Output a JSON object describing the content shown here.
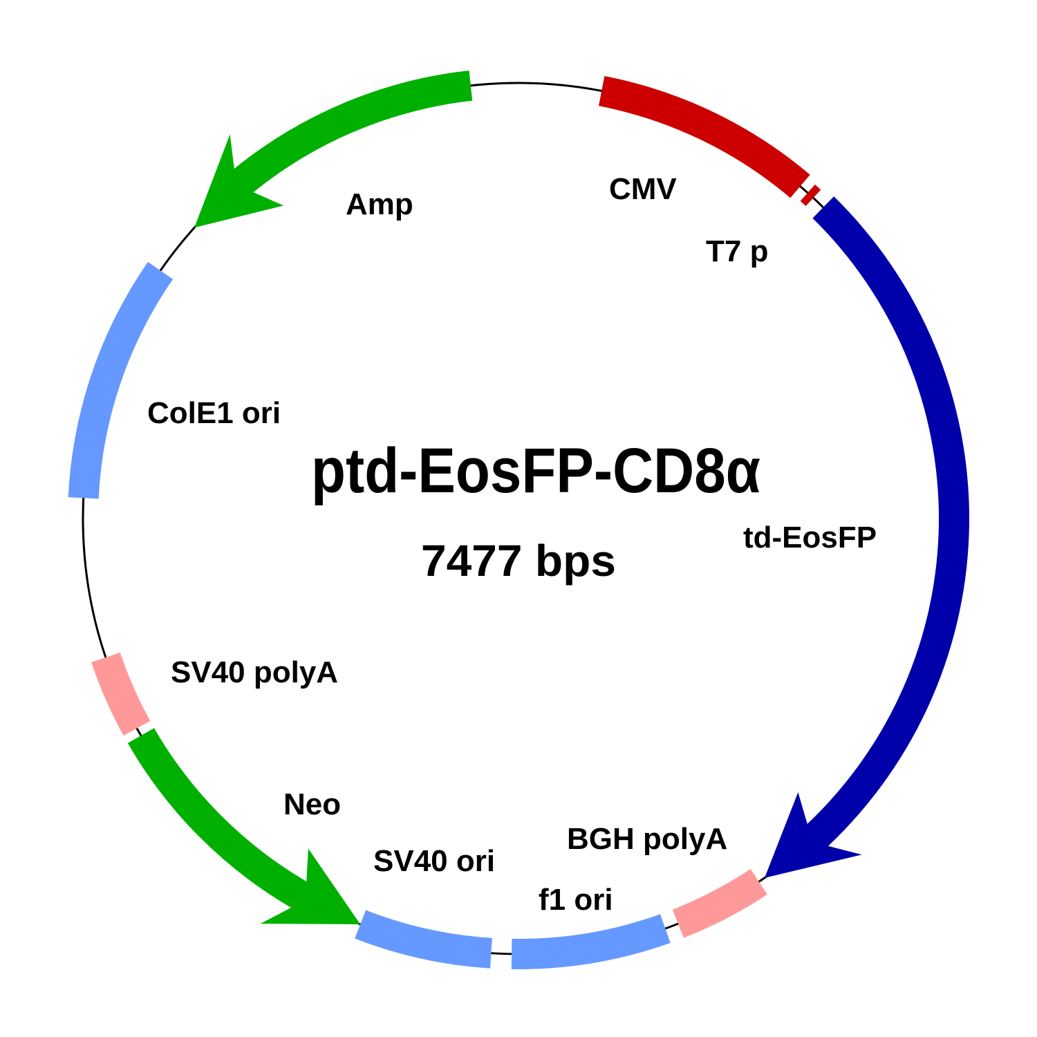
{
  "plasmid": {
    "name": "ptd-EosFP-CD8α",
    "size_label": "7477 bps",
    "length_bp": 7477
  },
  "features": [
    {
      "id": "cmv",
      "label": "CMV",
      "type": "promoter",
      "color": "#CC0000",
      "start_deg": 11.0,
      "end_deg": 40.3,
      "direction": "none"
    },
    {
      "id": "t7p",
      "label": "T7 p",
      "type": "promoter",
      "color": "#CC0000",
      "start_deg": 41.6,
      "end_deg": 42.6,
      "direction": "none"
    },
    {
      "id": "td-eosfp",
      "label": "td-EosFP",
      "type": "gene",
      "color": "#0000AA",
      "start_deg": 44.4,
      "end_deg": 145.6,
      "direction": "clockwise"
    },
    {
      "id": "bgh-polya",
      "label": "BGH polyA",
      "type": "terminator",
      "color": "#FF9999",
      "start_deg": 146.5,
      "end_deg": 158.5,
      "direction": "none"
    },
    {
      "id": "f1-ori",
      "label": "f1 ori",
      "type": "origin",
      "color": "#6699FF",
      "start_deg": 160.3,
      "end_deg": 180.9,
      "direction": "none"
    },
    {
      "id": "sv40-ori",
      "label": "SV40 ori",
      "type": "origin",
      "color": "#6699FF",
      "start_deg": 183.6,
      "end_deg": 201.3,
      "direction": "none"
    },
    {
      "id": "neo",
      "label": "Neo",
      "type": "gene",
      "color": "#00B000",
      "start_deg": 201.3,
      "end_deg": 240.1,
      "direction": "counterclockwise"
    },
    {
      "id": "sv40-polya",
      "label": "SV40 polyA",
      "type": "terminator",
      "color": "#FF9999",
      "start_deg": 241.2,
      "end_deg": 251.4,
      "direction": "none"
    },
    {
      "id": "cole1-ori",
      "label": "ColE1 ori",
      "type": "origin",
      "color": "#6699FF",
      "start_deg": 272.7,
      "end_deg": 304.7,
      "direction": "none"
    },
    {
      "id": "amp",
      "label": "Amp",
      "type": "gene",
      "color": "#00B000",
      "start_deg": 311.9,
      "end_deg": 353.7,
      "direction": "counterclockwise"
    }
  ]
}
